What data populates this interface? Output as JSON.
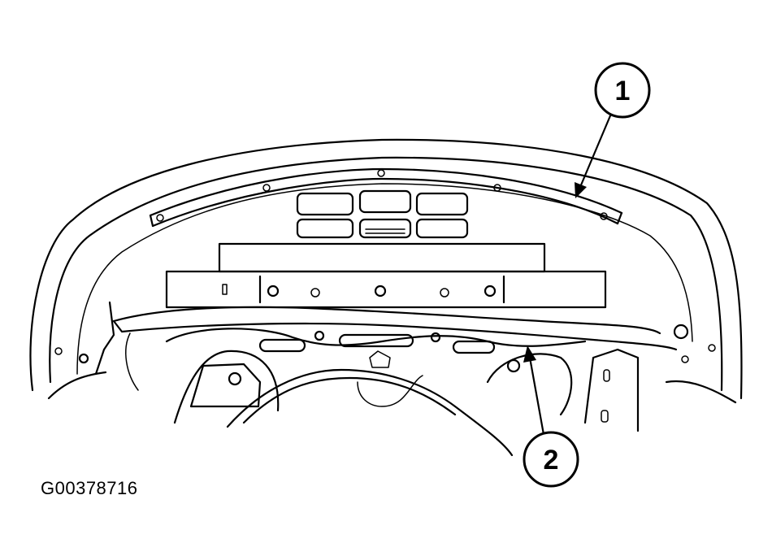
{
  "figure": {
    "id": "G00378716"
  },
  "callouts": [
    {
      "label": "1"
    },
    {
      "label": "2"
    }
  ]
}
